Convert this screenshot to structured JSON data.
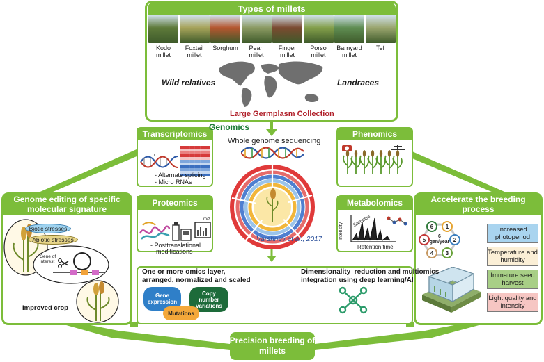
{
  "types": {
    "title": "Types of millets",
    "millets": [
      {
        "label": "Kodo\nmillet",
        "color": "#5e7a3a"
      },
      {
        "label": "Foxtail\nmillet",
        "color": "#a7a35a"
      },
      {
        "label": "Sorghum",
        "color": "#b5562f"
      },
      {
        "label": "Pearl\nmillet",
        "color": "#8b9a62"
      },
      {
        "label": "Finger\nmillet",
        "color": "#7b4a30"
      },
      {
        "label": "Porso\nmillet",
        "color": "#839f4a"
      },
      {
        "label": "Barnyard\nmillet",
        "color": "#5f8d52"
      },
      {
        "label": "Tef",
        "color": "#9aa56e"
      }
    ],
    "wild": "Wild relatives",
    "landraces": "Landraces",
    "germplasm": "Large Germplasm Collection"
  },
  "genomics": {
    "label": "Genomics",
    "wgs": "Whole genome sequencing",
    "citation": "Varshney et al., 2017"
  },
  "transcriptomics": {
    "title": "Transcriptomics",
    "items": [
      "- Alternate splicing",
      "- Micro RNAs"
    ]
  },
  "phenomics": {
    "title": "Phenomics"
  },
  "proteomics": {
    "title": "Proteomics",
    "mz": "m/z",
    "items": [
      "- Posttranslational",
      "modifications"
    ]
  },
  "metabolomics": {
    "title": "Metabolomics",
    "ylabel": "Intensity",
    "samples": "Samples",
    "xlabel": "Retention time"
  },
  "genome_editing": {
    "title": "Genome editing of specific molecular signature",
    "biotic": "Biotic stresses",
    "abiotic": "Abiotic stresses",
    "gene": "Gene of\ninterest",
    "improved": "Improved crop"
  },
  "accelerate": {
    "title": "Accelerate the breeding process",
    "cycle_center": "6\ngen/year",
    "cycle_numbers": [
      "1",
      "2",
      "3",
      "4",
      "5",
      "6"
    ],
    "cycle_colors": [
      "#e6a431",
      "#3d7fbf",
      "#6aa33c",
      "#c79a64",
      "#c43a3a",
      "#2f7a3a"
    ],
    "factors": [
      {
        "label": "Increased photoperiod",
        "bg": "#a9d4ef"
      },
      {
        "label": "Temperature and humidity",
        "bg": "#fbefd6"
      },
      {
        "label": "Immature seed harvest",
        "bg": "#a8cf86"
      },
      {
        "label": "Light quality and intensity",
        "bg": "#f6c6c3"
      }
    ]
  },
  "multiomics": {
    "title": "One or more omics layer,\narranged, normalized and scaled",
    "gene_expression": "Gene\nexpression",
    "copy_number": "Copy\nnumber\nvariations",
    "mutations": "Mutations",
    "dl_title": "Dimensionality  reduction and multiomics\nintegration using deep learning/AI"
  },
  "precision": {
    "title": "Precision breeding of\nmillets"
  },
  "colors": {
    "panel_green": "#7cbd3a",
    "germplasm_red": "#b0202a",
    "genomics_green": "#1a7a35",
    "citation_blue": "#2a4f9a",
    "network_green": "#2b9b6a"
  }
}
